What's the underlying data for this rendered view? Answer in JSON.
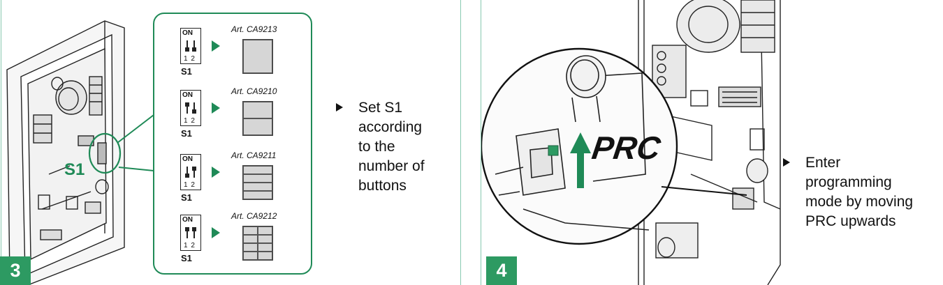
{
  "steps": [
    {
      "number": "3",
      "callout_label": "S1",
      "instruction_lines": [
        "Set S1",
        "according",
        "to the",
        "number of",
        "buttons"
      ]
    },
    {
      "number": "4",
      "callout_label": "PRC",
      "instruction_lines": [
        "Enter",
        "programming",
        "mode by moving",
        "PRC upwards"
      ]
    }
  ],
  "s1_panel": {
    "configs": [
      {
        "dip_on": "ON",
        "dip_numbers": "1 2",
        "switch_label": "S1",
        "switch_1": "down",
        "switch_2": "down",
        "article": "Art. CA9213",
        "buttons": 1,
        "columns": 1
      },
      {
        "dip_on": "ON",
        "dip_numbers": "1 2",
        "switch_label": "S1",
        "switch_1": "up",
        "switch_2": "down",
        "article": "Art. CA9210",
        "buttons": 2,
        "columns": 1
      },
      {
        "dip_on": "ON",
        "dip_numbers": "1 2",
        "switch_label": "S1",
        "switch_1": "down",
        "switch_2": "up",
        "article": "Art. CA9211",
        "buttons": 4,
        "columns": 1
      },
      {
        "dip_on": "ON",
        "dip_numbers": "1 2",
        "switch_label": "S1",
        "switch_1": "up",
        "switch_2": "up",
        "article": "Art. CA9212",
        "buttons": 8,
        "columns": 2
      }
    ]
  },
  "colors": {
    "accent_green": "#1f8a57",
    "badge_green": "#2d9a62",
    "divider": "#88c9b0"
  },
  "icons": {
    "bullet": "triangle-right-icon",
    "panel_arrow": "green-arrow-right-icon",
    "prc_arrow": "green-arrow-up-icon"
  }
}
